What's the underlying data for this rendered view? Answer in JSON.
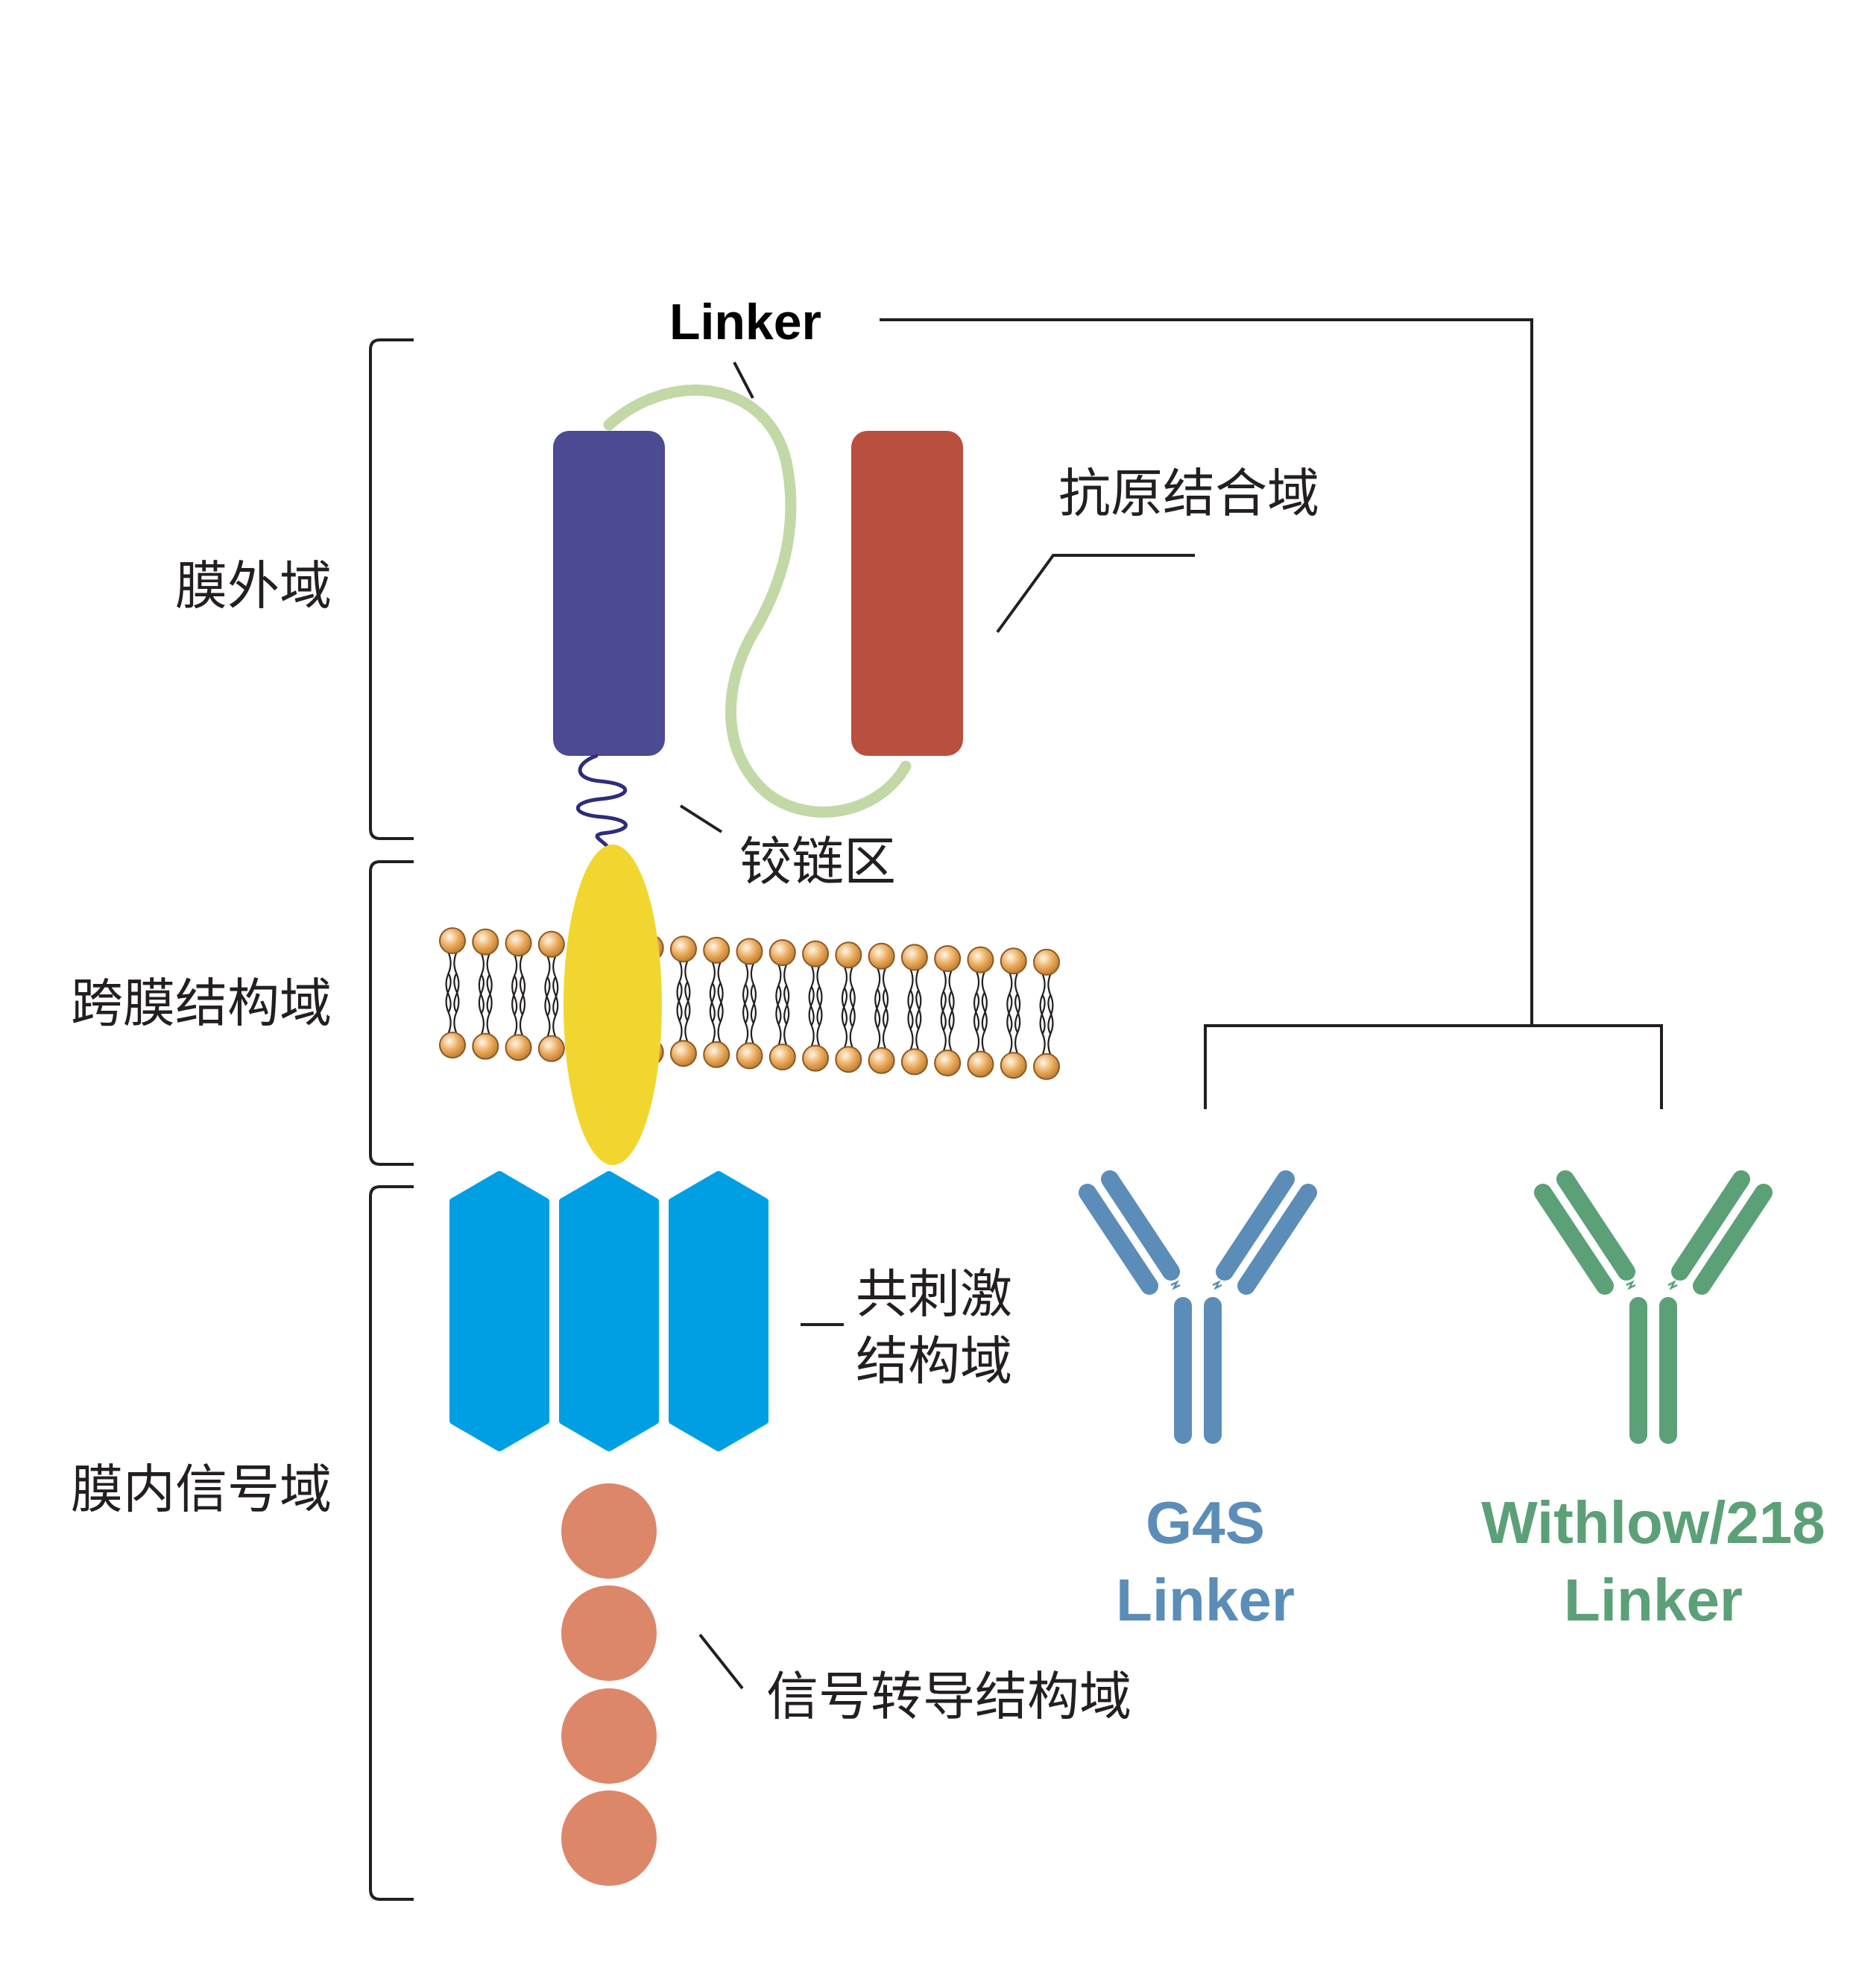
{
  "regions": {
    "extracellular": "膜外域",
    "transmembrane": "跨膜结构域",
    "intracellular": "膜内信号域"
  },
  "labels": {
    "linker": "Linker",
    "antigen_binding": "抗原结合域",
    "hinge": "铰链区",
    "costim_line1": "共刺激",
    "costim_line2": "结构域",
    "signal_transduction": "信号转导结构域"
  },
  "antibodies": [
    {
      "line1": "G4S",
      "line2": "Linker",
      "color": "#5b8db8"
    },
    {
      "line1": "Withlow/218",
      "line2": "Linker",
      "color": "#5ca078"
    }
  ],
  "colors": {
    "vh_domain": "#4b4a93",
    "vl_domain": "#b94f3e",
    "linker": "#c2d8a6",
    "hinge": "#2d2d7a",
    "transmembrane": "#f2d630",
    "costim": "#009fe3",
    "signal_circle": "#dc8769",
    "lipid_head": "#e9a859",
    "line": "#231f20"
  },
  "icons": {
    "membrane": "lipid-bilayer",
    "antibody": "y-shaped-antibody-icon"
  }
}
